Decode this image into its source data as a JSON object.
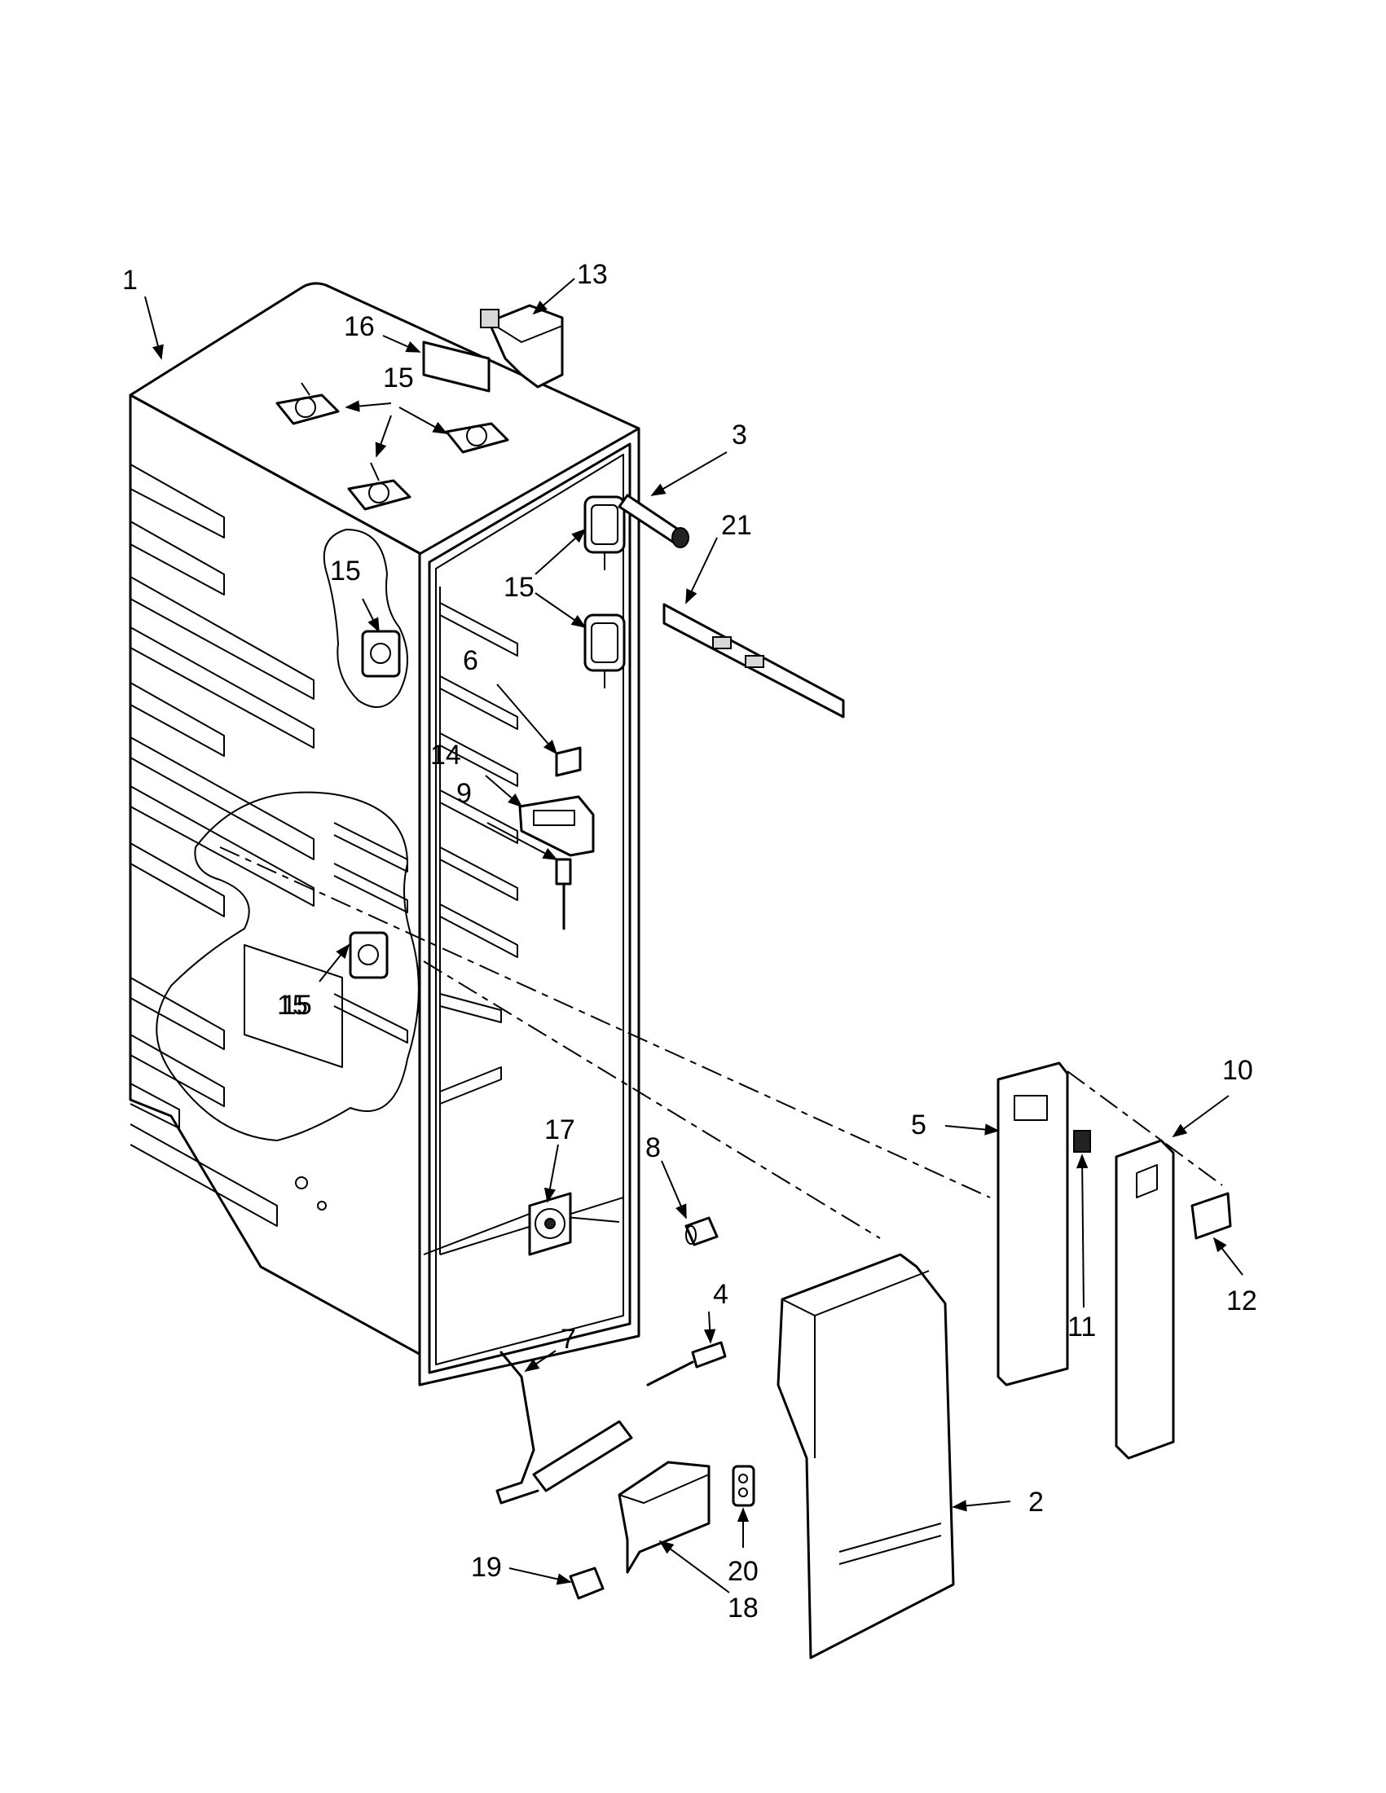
{
  "callouts": [
    "1",
    "13",
    "16",
    "15",
    "15",
    "3",
    "21",
    "15",
    "15",
    "6",
    "14",
    "9",
    "15",
    "17",
    "8",
    "10",
    "5",
    "11",
    "12",
    "4",
    "7",
    "2",
    "20",
    "19",
    "18"
  ]
}
